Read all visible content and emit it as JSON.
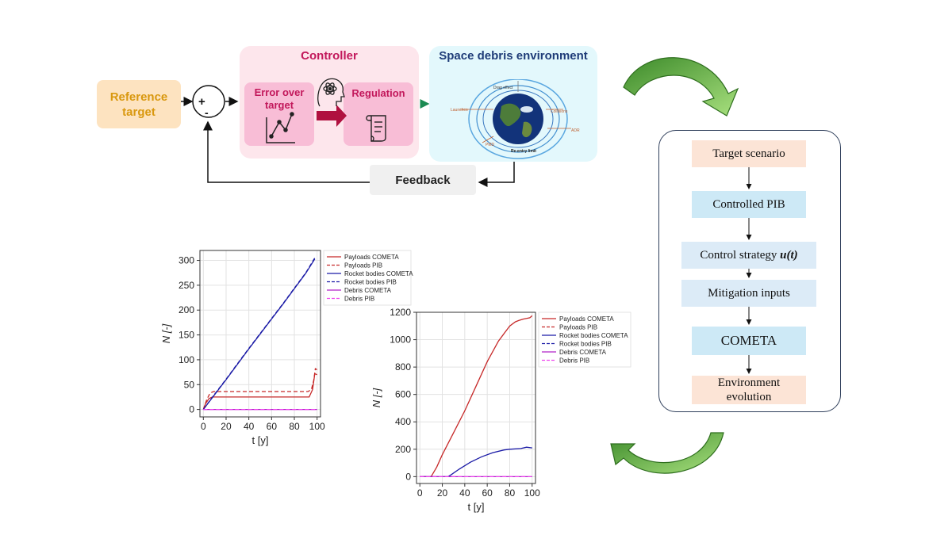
{
  "loop": {
    "reference": "Reference target",
    "sum_plus": "+",
    "sum_minus": "-",
    "controller_title": "Controller",
    "error_label": "Error over target",
    "regulation_label": "Regulation",
    "environment_title": "Space debris environment",
    "feedback_label": "Feedback",
    "env_labels": {
      "drag": "Drag effect",
      "launches": "Launches",
      "collisions": "Collisions",
      "adr": "ADR",
      "pmd": "PMD",
      "reentry": "Re-entry limit"
    }
  },
  "flow": {
    "steps": [
      {
        "label": "Target scenario"
      },
      {
        "label": "Controlled PIB"
      },
      {
        "label": "Control strategy ",
        "math": "u(t)"
      },
      {
        "label": "Mitigation inputs"
      },
      {
        "label": "COMETA"
      },
      {
        "label": "Environment evolution"
      }
    ]
  },
  "colors": {
    "payloads": "#c62828",
    "rocket_bodies": "#1a1aa6",
    "debris": "#b020c8",
    "debris_pib": "#ee44ee",
    "arrow_green": "#7cc85a"
  },
  "chart_data": [
    {
      "type": "line",
      "xlabel": "t [y]",
      "ylabel": "N [-]",
      "xlim": [
        -3,
        103
      ],
      "ylim": [
        -15,
        320
      ],
      "xticks": [
        0,
        20,
        40,
        60,
        80,
        100
      ],
      "yticks": [
        0,
        50,
        100,
        150,
        200,
        250,
        300
      ],
      "grid": true,
      "legend_position": "right-outside",
      "series": [
        {
          "name": "Payloads COMETA",
          "style": "solid",
          "color": "#c62828",
          "x": [
            0,
            2,
            5,
            8,
            20,
            40,
            60,
            85,
            88,
            93,
            96,
            98,
            100
          ],
          "y": [
            0,
            12,
            22,
            25,
            25,
            25,
            25,
            25,
            25,
            25,
            40,
            72,
            70
          ]
        },
        {
          "name": "Payloads PIB",
          "style": "dashed",
          "color": "#c62828",
          "x": [
            0,
            3,
            6,
            9,
            20,
            40,
            60,
            80,
            92,
            95,
            97,
            98.5,
            100
          ],
          "y": [
            0,
            20,
            33,
            36,
            36,
            36,
            36,
            36,
            36,
            40,
            58,
            82,
            80
          ]
        },
        {
          "name": "Rocket bodies COMETA",
          "style": "solid",
          "color": "#1a1aa6",
          "x": [
            0,
            10,
            20,
            30,
            40,
            50,
            60,
            70,
            80,
            90,
            98
          ],
          "y": [
            0,
            30,
            60,
            91,
            122,
            152,
            182,
            212,
            243,
            274,
            303
          ]
        },
        {
          "name": "Rocket bodies PIB",
          "style": "dashed",
          "color": "#1a1aa6",
          "x": [
            0,
            10,
            20,
            30,
            40,
            50,
            60,
            70,
            80,
            90,
            98
          ],
          "y": [
            0,
            31,
            61,
            92,
            123,
            153,
            183,
            213,
            244,
            275,
            305
          ]
        },
        {
          "name": "Debris COMETA",
          "style": "solid",
          "color": "#b020c8",
          "x": [
            0,
            100
          ],
          "y": [
            0,
            0
          ]
        },
        {
          "name": "Debris PIB",
          "style": "dashed",
          "color": "#ee44ee",
          "x": [
            0,
            100
          ],
          "y": [
            0,
            0
          ]
        }
      ]
    },
    {
      "type": "line",
      "xlabel": "t [y]",
      "ylabel": "N [-]",
      "xlim": [
        -3,
        103
      ],
      "ylim": [
        -50,
        1200
      ],
      "xticks": [
        0,
        20,
        40,
        60,
        80,
        100
      ],
      "yticks": [
        0,
        200,
        400,
        600,
        800,
        1000,
        1200
      ],
      "grid": true,
      "legend_position": "right-outside",
      "series": [
        {
          "name": "Payloads COMETA",
          "style": "solid",
          "color": "#c62828",
          "x": [
            0,
            10,
            15,
            20,
            30,
            40,
            50,
            60,
            70,
            80,
            85,
            88,
            92,
            95,
            98,
            100
          ],
          "y": [
            0,
            0,
            70,
            160,
            320,
            480,
            660,
            840,
            990,
            1100,
            1130,
            1140,
            1150,
            1155,
            1160,
            1175
          ]
        },
        {
          "name": "Payloads PIB",
          "style": "dashed",
          "color": "#c62828",
          "x": [],
          "y": []
        },
        {
          "name": "Rocket bodies COMETA",
          "style": "solid",
          "color": "#1a1aa6",
          "x": [
            0,
            25,
            28,
            35,
            45,
            55,
            65,
            75,
            80,
            90,
            95,
            100
          ],
          "y": [
            0,
            0,
            15,
            55,
            105,
            145,
            175,
            195,
            200,
            205,
            215,
            210
          ]
        },
        {
          "name": "Rocket bodies PIB",
          "style": "dashed",
          "color": "#1a1aa6",
          "x": [],
          "y": []
        },
        {
          "name": "Debris COMETA",
          "style": "solid",
          "color": "#b020c8",
          "x": [
            0,
            100
          ],
          "y": [
            0,
            0
          ]
        },
        {
          "name": "Debris PIB",
          "style": "dashed",
          "color": "#ee44ee",
          "x": [
            0,
            100
          ],
          "y": [
            0,
            0
          ]
        }
      ]
    }
  ]
}
